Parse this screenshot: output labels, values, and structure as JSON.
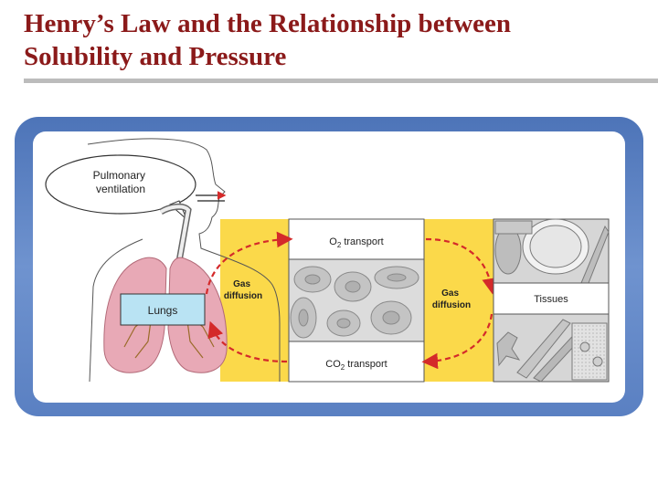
{
  "slide": {
    "title_line1": "Henry’s Law and the Relationship between",
    "title_line2": "Solubility and Pressure"
  },
  "diagram": {
    "pulmonary_line1": "Pulmonary",
    "pulmonary_line2": "ventilation",
    "lungs": "Lungs",
    "gas_diffusion_left_line1": "Gas",
    "gas_diffusion_left_line2": "diffusion",
    "gas_diffusion_right_line1": "Gas",
    "gas_diffusion_right_line2": "diffusion",
    "o2_prefix": "O",
    "o2_sub": "2",
    "o2_suffix": " transport",
    "co2_prefix": "CO",
    "co2_sub": "2",
    "co2_suffix": " transport",
    "tissues": "Tissues"
  },
  "colors": {
    "title": "#8b1a1a",
    "frame": "#5a80c2",
    "yellow_panel": "#fbd94a",
    "arrow": "#d42a2a",
    "lungs_box": "#b9e3f3",
    "lung_tissue": "#e8a9b6",
    "red_cell": "#c8c8c8"
  }
}
